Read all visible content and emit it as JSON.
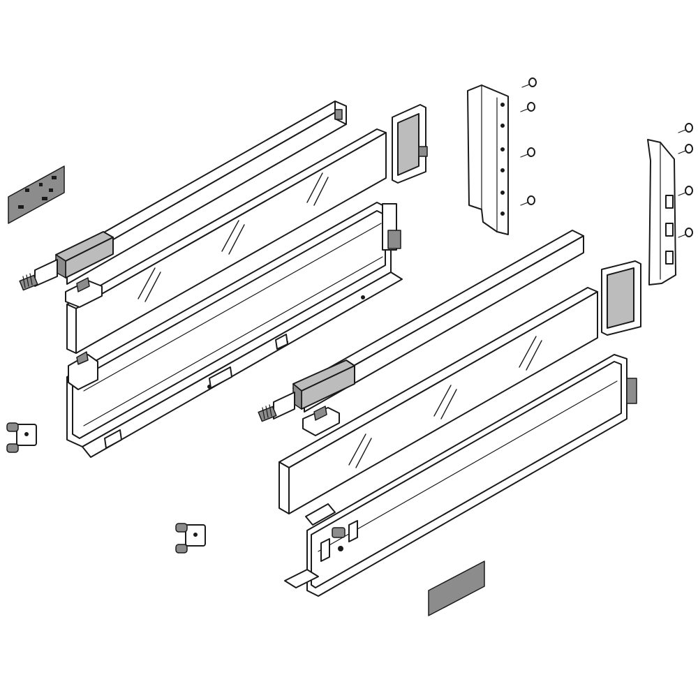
{
  "colors": {
    "background": "#ffffff",
    "line": "#1a1a1a",
    "part_fill": "#ffffff",
    "accent_gray": "#bcbcbc",
    "dark_gray": "#8c8c8c"
  },
  "parts": [
    {
      "id": "cover-cap-left",
      "icon": "cover-cap-with-clips"
    },
    {
      "id": "drawer-rail-left",
      "icon": "long-rail"
    },
    {
      "id": "glass-side-panel-left",
      "icon": "glass-panel"
    },
    {
      "id": "drawer-side-profile-left",
      "icon": "drawer-side"
    },
    {
      "id": "front-fixing-bracket-left",
      "icon": "clip-bracket"
    },
    {
      "id": "front-fixing-bracket-left-2",
      "icon": "clip-bracket"
    },
    {
      "id": "rear-holder-left",
      "icon": "rear-holder"
    },
    {
      "id": "rear-bracket-left",
      "icon": "vertical-bracket"
    },
    {
      "id": "screws-left",
      "icon": "screw"
    },
    {
      "id": "drawer-rail-right",
      "icon": "long-rail"
    },
    {
      "id": "glass-side-panel-right",
      "icon": "glass-panel"
    },
    {
      "id": "drawer-side-profile-right",
      "icon": "drawer-side"
    },
    {
      "id": "rear-holder-right",
      "icon": "rear-holder"
    },
    {
      "id": "rear-bracket-right",
      "icon": "vertical-bracket"
    },
    {
      "id": "screws-right",
      "icon": "screw"
    },
    {
      "id": "cover-cap-right",
      "icon": "cover-cap"
    }
  ]
}
